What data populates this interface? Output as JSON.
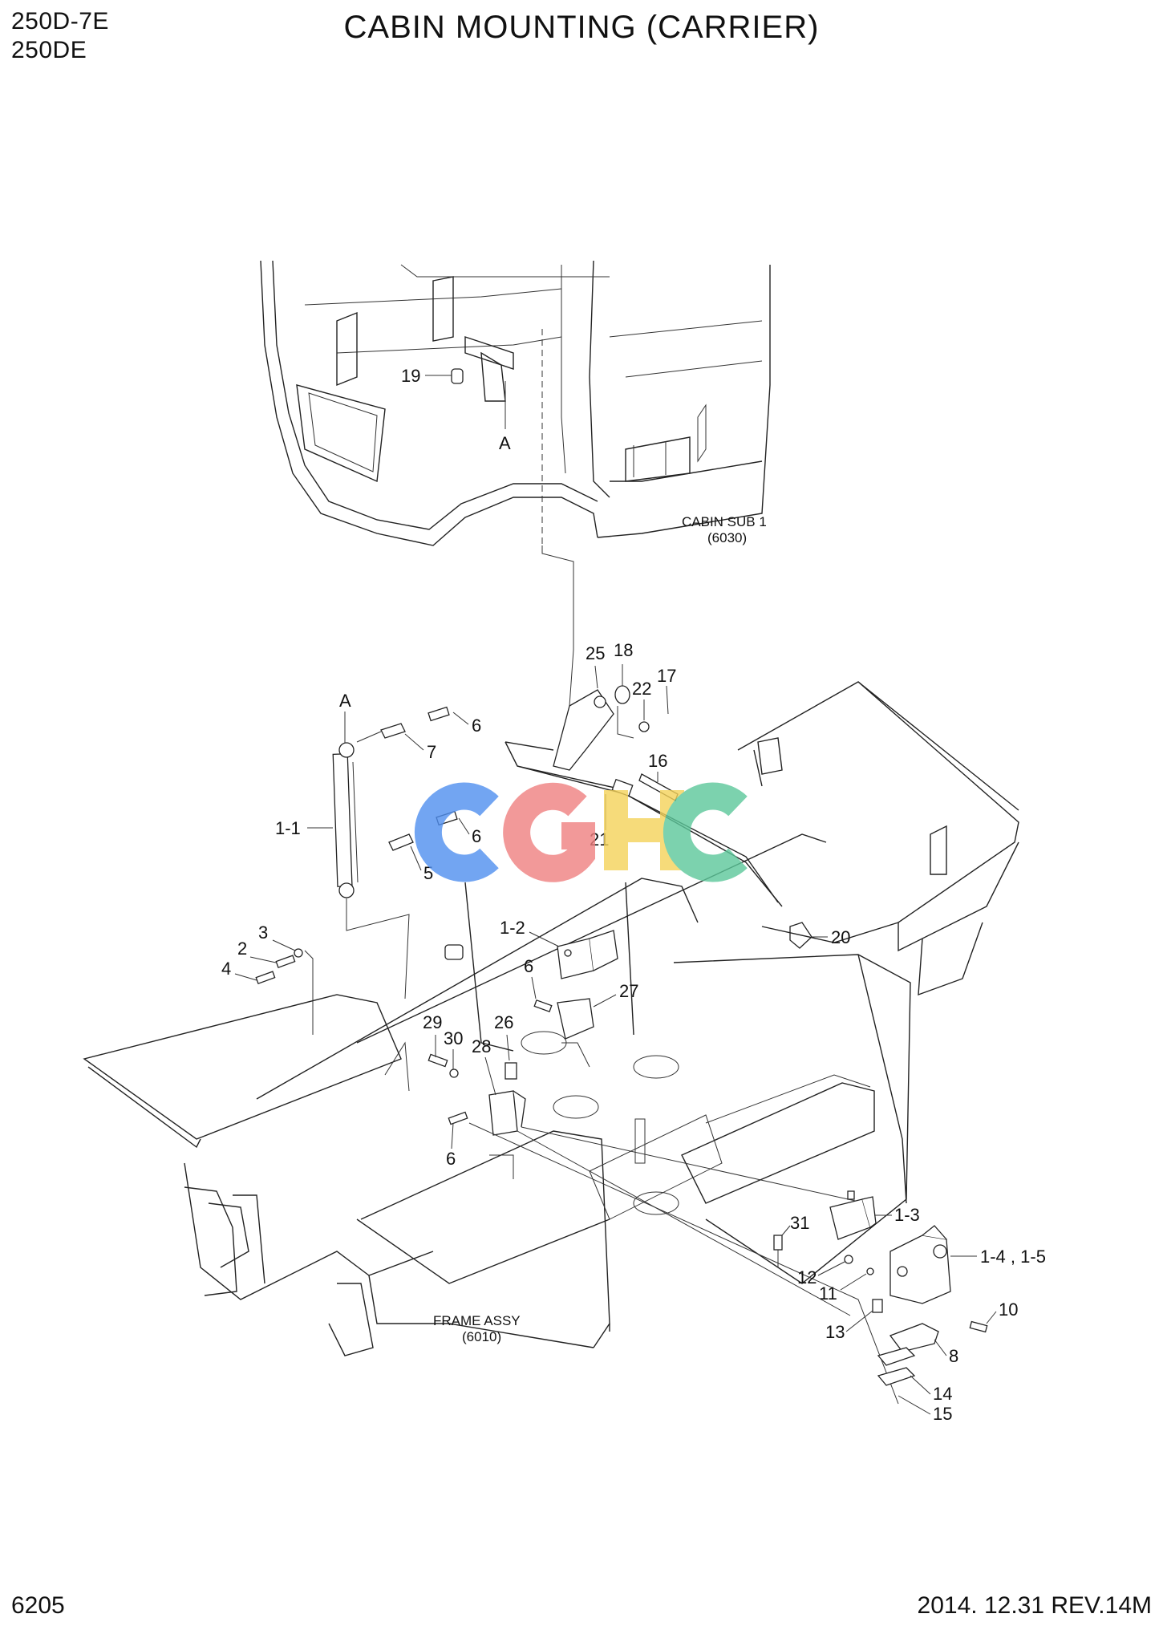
{
  "header": {
    "model_line1": "250D-7E",
    "model_line2": "250DE",
    "title": "CABIN MOUNTING (CARRIER)"
  },
  "footer": {
    "page_number": "6205",
    "revision": "2014. 12.31  REV.14M"
  },
  "watermark": {
    "text": "CGHC",
    "colors": [
      "#4f8ff0",
      "#f08080",
      "#f5d35a",
      "#5cc89a"
    ]
  },
  "callouts": {
    "c19": "19",
    "cA_top": "A",
    "cA_cyl": "A",
    "c25": "25",
    "c18": "18",
    "c17": "17",
    "c22": "22",
    "c16": "16",
    "c21": "21",
    "c20": "20",
    "c6a": "6",
    "c7": "7",
    "c1_1": "1-1",
    "c6b": "6",
    "c5": "5",
    "c3": "3",
    "c2": "2",
    "c4": "4",
    "c1_2": "1-2",
    "c6c": "6",
    "c27": "27",
    "c29": "29",
    "c30": "30",
    "c28": "28",
    "c26": "26",
    "c6d": "6",
    "c31": "31",
    "c1_3": "1-3",
    "c1_4_5": "1-4 , 1-5",
    "c12": "12",
    "c11": "11",
    "c10": "10",
    "c13": "13",
    "c8": "8",
    "c14": "14",
    "c15": "15"
  },
  "sublabels": {
    "cabin_name": "CABIN SUB 1",
    "cabin_ref": "(6030)",
    "frame_name": "FRAME ASSY",
    "frame_ref": "(6010)"
  }
}
